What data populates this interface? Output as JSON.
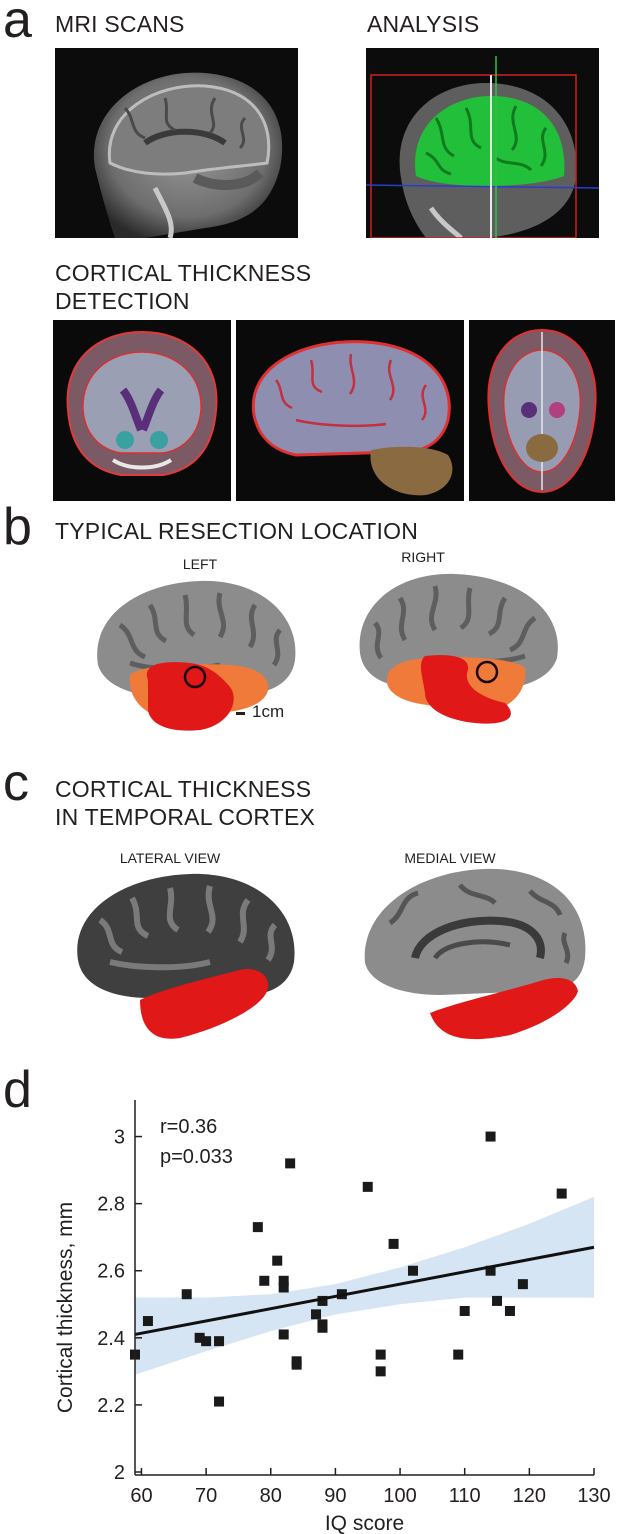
{
  "panel_a": {
    "letter": "a",
    "mri_title": "MRI SCANS",
    "analysis_title": "ANALYSIS",
    "ctd_title_line1": "CORTICAL THICKNESS",
    "ctd_title_line2": "DETECTION"
  },
  "panel_b": {
    "letter": "b",
    "title": "TYPICAL RESECTION LOCATION",
    "left_label": "LEFT",
    "right_label": "RIGHT",
    "scale_label": "1cm"
  },
  "panel_c": {
    "letter": "c",
    "title_line1": "CORTICAL THICKNESS",
    "title_line2": "IN TEMPORAL CORTEX",
    "lateral_label": "LATERAL VIEW",
    "medial_label": "MEDIAL VIEW"
  },
  "panel_d": {
    "letter": "d",
    "stats_r": "r=0.36",
    "stats_p": "p=0.033"
  },
  "colors": {
    "text": "#231f20",
    "brain_gray": "#8a8a8a",
    "resection_red": "#e01818",
    "resection_orange": "#f07838",
    "segmentation_green": "#22c03a",
    "ci_band": "#d6e5f4"
  },
  "chart_data": {
    "type": "scatter",
    "xlabel": "IQ score",
    "ylabel": "Cortical thickness, mm",
    "xlim": [
      59,
      130
    ],
    "ylim": [
      2,
      3.1
    ],
    "xticks": [
      60,
      70,
      80,
      90,
      100,
      110,
      120,
      130
    ],
    "yticks": [
      2,
      2.2,
      2.4,
      2.6,
      2.8,
      3
    ],
    "points": [
      [
        59,
        2.35
      ],
      [
        61,
        2.45
      ],
      [
        67,
        2.53
      ],
      [
        69,
        2.4
      ],
      [
        70,
        2.39
      ],
      [
        72,
        2.39
      ],
      [
        72,
        2.21
      ],
      [
        78,
        2.73
      ],
      [
        79,
        2.57
      ],
      [
        81,
        2.63
      ],
      [
        82,
        2.57
      ],
      [
        82,
        2.55
      ],
      [
        82,
        2.41
      ],
      [
        83,
        2.92
      ],
      [
        84,
        2.33
      ],
      [
        84,
        2.32
      ],
      [
        87,
        2.47
      ],
      [
        88,
        2.51
      ],
      [
        88,
        2.44
      ],
      [
        88,
        2.43
      ],
      [
        91,
        2.53
      ],
      [
        95,
        2.85
      ],
      [
        97,
        2.35
      ],
      [
        97,
        2.3
      ],
      [
        99,
        2.68
      ],
      [
        102,
        2.6
      ],
      [
        109,
        2.35
      ],
      [
        110,
        2.48
      ],
      [
        114,
        3.0
      ],
      [
        114,
        2.6
      ],
      [
        115,
        2.51
      ],
      [
        117,
        2.48
      ],
      [
        119,
        2.56
      ],
      [
        125,
        2.83
      ]
    ],
    "fit_line": {
      "x": [
        59,
        130
      ],
      "y": [
        2.41,
        2.67
      ]
    },
    "ci_band": {
      "x": [
        59,
        70,
        80,
        90,
        100,
        110,
        120,
        130
      ],
      "upper": [
        2.52,
        2.52,
        2.53,
        2.56,
        2.61,
        2.67,
        2.74,
        2.82
      ],
      "lower": [
        2.29,
        2.36,
        2.42,
        2.47,
        2.5,
        2.52,
        2.52,
        2.52
      ]
    },
    "annotations": [
      "r=0.36",
      "p=0.033"
    ]
  }
}
